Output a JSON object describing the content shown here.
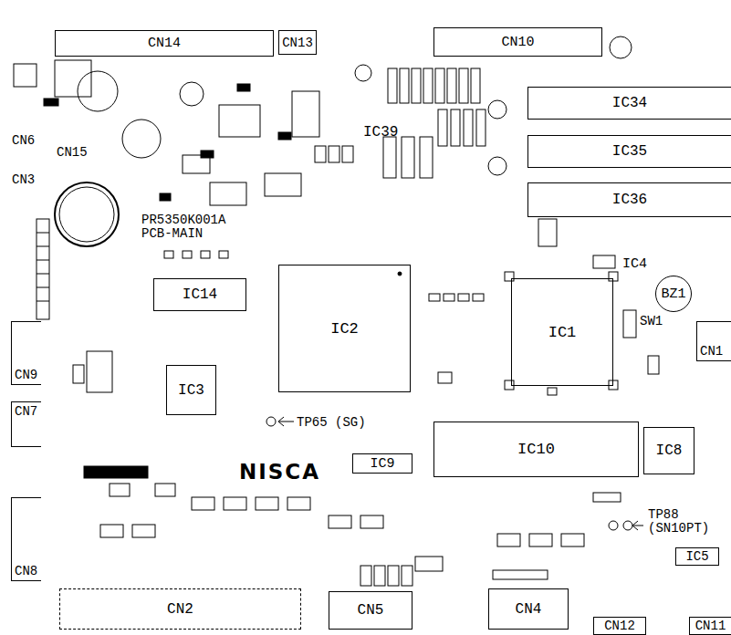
{
  "diagram": {
    "nodes": [
      {
        "text": [
          "CN14"
        ]
      },
      {
        "text": [
          "CN13"
        ]
      },
      {
        "text": [
          "CN10"
        ]
      },
      {
        "text": [
          "IC34"
        ]
      },
      {
        "text": [
          "IC35"
        ]
      },
      {
        "text": [
          "IC36"
        ]
      },
      {
        "text": [
          "IC14"
        ]
      },
      {
        "text": [
          "IC2"
        ]
      },
      {
        "text": [
          "IC1"
        ]
      },
      {
        "text": [
          "BZ1"
        ]
      },
      {
        "text": [
          "CN1"
        ]
      },
      {
        "text": [
          "CN9"
        ]
      },
      {
        "text": [
          "IC3"
        ]
      },
      {
        "text": [
          "CN7"
        ]
      },
      {
        "text": [
          "IC9"
        ]
      },
      {
        "text": [
          "IC10"
        ]
      },
      {
        "text": [
          "IC8"
        ]
      },
      {
        "text": [
          "CN8"
        ]
      },
      {
        "text": [
          "IC5"
        ]
      },
      {
        "text": [
          "CN2"
        ]
      },
      {
        "text": [
          "CN5"
        ]
      },
      {
        "text": [
          "CN4"
        ]
      },
      {
        "text": [
          "CN12"
        ]
      },
      {
        "text": [
          "CN11"
        ]
      }
    ],
    "edges": [],
    "labels": [
      "CN6",
      "CN15",
      "CN3",
      "IC39",
      "PR5350K001A PCB-MAIN",
      "IC4",
      "SW1",
      "TP65 (SG)",
      "NISCA",
      "TP88 (SN10PT)"
    ]
  }
}
